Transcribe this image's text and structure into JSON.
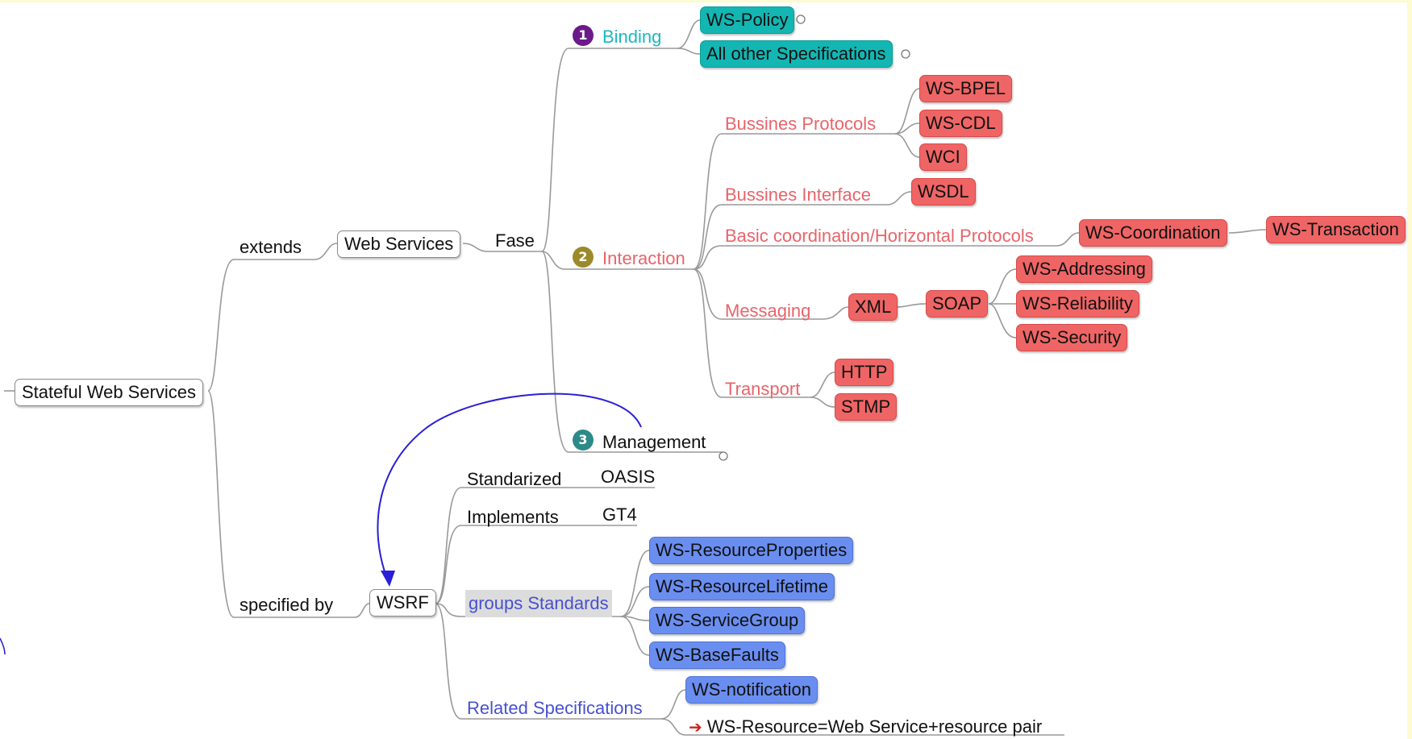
{
  "root": "Stateful Web Services",
  "links": {
    "extends": "extends",
    "specified_by": "specified by",
    "fase": "Fase"
  },
  "web_services": "Web Services",
  "phases": {
    "binding": {
      "number": "1",
      "label": "Binding",
      "color": "#6b1a8a"
    },
    "interaction": {
      "number": "2",
      "label": "Interaction",
      "color": "#9c8a2a"
    },
    "management": {
      "number": "3",
      "label": "Management",
      "color": "#2e8a86"
    }
  },
  "binding_children": [
    "WS-Policy",
    "All other Specifications"
  ],
  "interaction": {
    "bussines_protocols": {
      "label": "Bussines Protocols",
      "children": [
        "WS-BPEL",
        "WS-CDL",
        "WCI"
      ]
    },
    "bussines_interface": {
      "label": "Bussines Interface",
      "children": [
        "WSDL"
      ]
    },
    "basic_coordination": {
      "label": "Basic coordination/Horizontal Protocols",
      "children": [
        "WS-Coordination",
        "WS-Transaction"
      ]
    },
    "messaging": {
      "label": "Messaging",
      "xml": "XML",
      "soap": "SOAP",
      "soap_children": [
        "WS-Addressing",
        "WS-Reliability",
        "WS-Security"
      ]
    },
    "transport": {
      "label": "Transport",
      "children": [
        "HTTP",
        "STMP"
      ]
    }
  },
  "wsrf": {
    "label": "WSRF",
    "standarized": {
      "label": "Standarized",
      "value": "OASIS"
    },
    "implements": {
      "label": "Implements",
      "value": "GT4"
    },
    "groups_standards": {
      "label": "groups Standards",
      "children": [
        "WS-ResourceProperties",
        "WS-ResourceLifetime",
        "WS-ServiceGroup",
        "WS-BaseFaults"
      ]
    },
    "related": {
      "label": "Related Specifications",
      "children": [
        "WS-notification"
      ],
      "note": "WS-Resource=Web Service+resource pair",
      "note_icon": "right-arrow-icon"
    }
  },
  "colors": {
    "red": "#ef6565",
    "teal": "#13b6b3",
    "blue": "#6a8ef0",
    "connector": "#999999",
    "relation": "#2a1fd6"
  }
}
